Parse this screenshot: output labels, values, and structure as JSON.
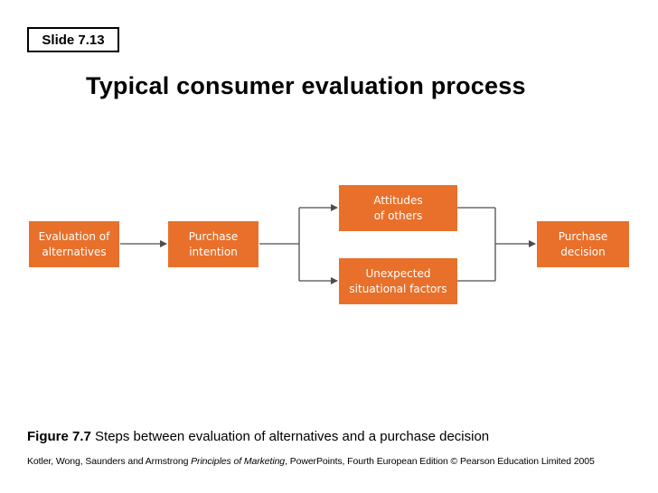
{
  "slide_label": "Slide 7.13",
  "title": "Typical consumer evaluation process",
  "diagram": {
    "boxes": {
      "evaluation": [
        "Evaluation of",
        "alternatives"
      ],
      "intention": [
        "Purchase",
        "intention"
      ],
      "attitudes": [
        "Attitudes",
        "of others"
      ],
      "unexpected": [
        "Unexpected",
        "situational factors"
      ],
      "decision": [
        "Purchase",
        "decision"
      ]
    },
    "box_color": "#e8702a",
    "text_color": "#ffffff",
    "line_color": "#4d4d4d"
  },
  "caption": {
    "figure_label": "Figure 7.7",
    "text": "Steps between evaluation of alternatives and a purchase decision"
  },
  "footer": {
    "authors": "Kotler, Wong, Saunders and Armstrong",
    "book": "Principles of Marketing",
    "rest": ", PowerPoints, Fourth European Edition © Pearson Education Limited 2005"
  }
}
